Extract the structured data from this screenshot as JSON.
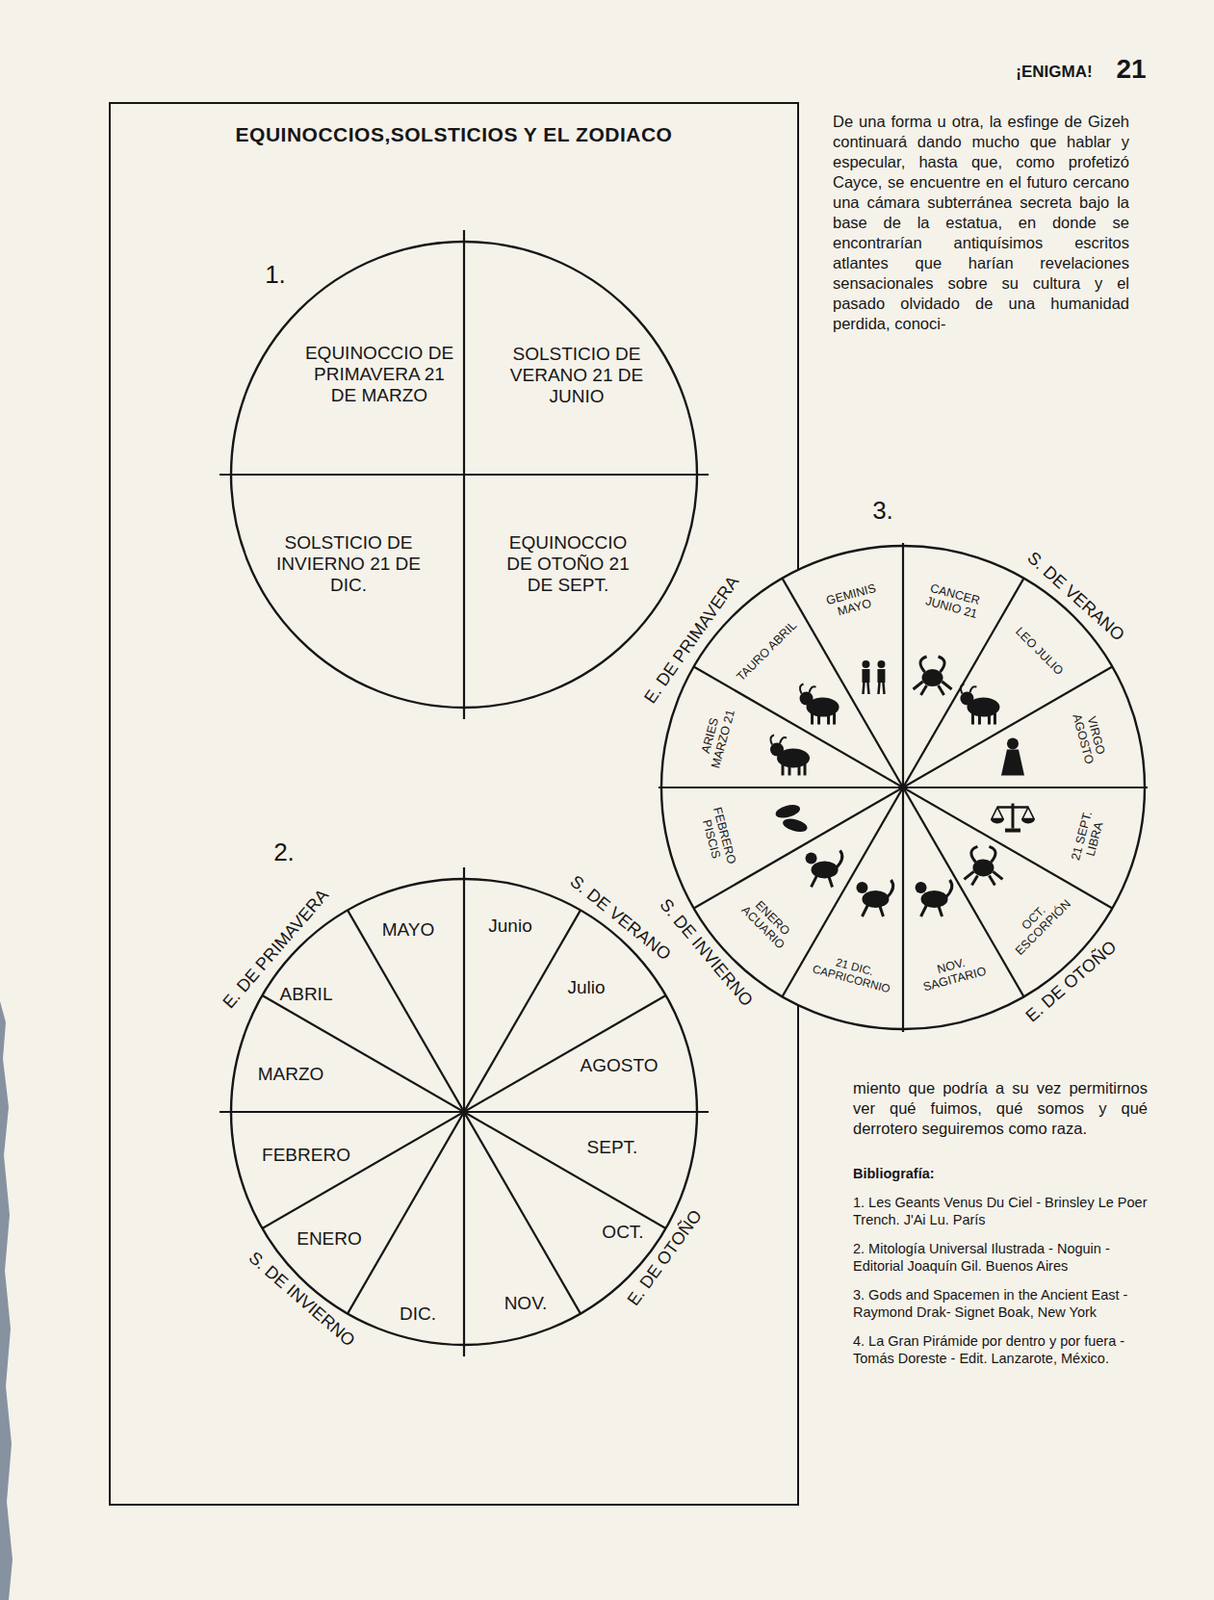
{
  "diagram": {
    "title": "EQUINOCCIOS,SOLSTICIOS Y EL ZODIACO",
    "nodes": [
      {
        "text": [
          "EQUINOCCIOS,SOLSTICIOS Y EL ZODIACO"
        ]
      },
      {
        "text": [
          "EQUINOCCIO DE PRIMAVERA 21 DE MARZO",
          "SOLSTICIO DE VERANO 21 DE JUNIO",
          "SOLSTICIO DE INVIERNO 21 DE DIC.",
          "EQUINOCCIO DE OTOÑO 21 DE SEPT."
        ],
        "in": 0
      },
      {
        "text": [
          "MAYO",
          "Junio",
          "Julio",
          "AGOSTO",
          "SEPT.",
          "OCT.",
          "NOV.",
          "DIC.",
          "ENERO",
          "FEBRERO",
          "MARZO",
          "ABRIL"
        ],
        "in": 0
      },
      {
        "text": [
          "GEMINIS MAYO",
          "CANCER JUNIO 21",
          "LEO JULIO",
          "VIRGO AGOSTO",
          "21 SEPT. LIBRA",
          "OCT. ESCORPIÓN",
          "NOV. SAGITARIO",
          "21 DIC. CAPRICORNIO",
          "ENERO ACUARIO",
          "FEBRERO PISCIS",
          "ARIES MARZO 21",
          "TAURO ABRIL"
        ]
      }
    ],
    "labels": [
      "¡ENIGMA!",
      "21",
      "1.",
      "2.",
      "E. DE PRIMAVERA",
      "S. DE VERANO",
      "E. DE OTOÑO",
      "S. DE INVIERNO",
      "3.",
      "S. DE VERANO",
      "E. DE OTOÑO",
      "S. DE INVIERNO",
      "E. DE PRIMAVERA",
      "De una forma u otra, la esfinge de Gizeh continuará dando mucho que hablar y especular, hasta que, como profetizó Cayce, se encuentre en el futuro cercano una cámara subterránea secreta bajo la base de la estatua, en donde se encontrarían antiquísimos escritos atlantes que harían revelaciones sensacionales sobre su cultura y el pasado olvidado de una humanidad perdida, conoci-",
      "miento que podría a su vez permitirnos ver qué fuimos, qué somos y qué derrotero seguiremos como raza.",
      "Bibliografía:",
      "1. Les Geants Venus Du Ciel - Brinsley Le Poer Trench. J'Ai Lu. París",
      "2. Mitología Universal Ilustrada - Noguin - Editorial Joaquín Gil. Buenos Aires",
      "3. Gods and Spacemen in the Ancient East - Raymond Drak- Signet Boak, New York",
      "4. La Gran Pirámide por dentro y por fuera - Tomás Doreste - Edit. Lanzarote, México."
    ]
  }
}
